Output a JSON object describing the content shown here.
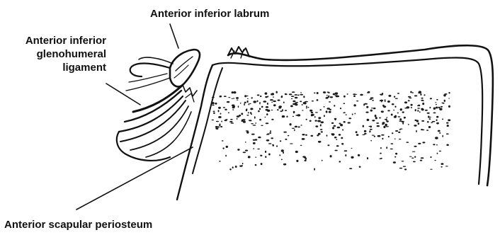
{
  "labels": {
    "labrum": "Anterior inferior labrum",
    "ligament_line1": "Anterior inferior",
    "ligament_line2": "glenohumeral",
    "ligament_line3": "ligament",
    "periosteum": "Anterior scapular periosteum"
  }
}
